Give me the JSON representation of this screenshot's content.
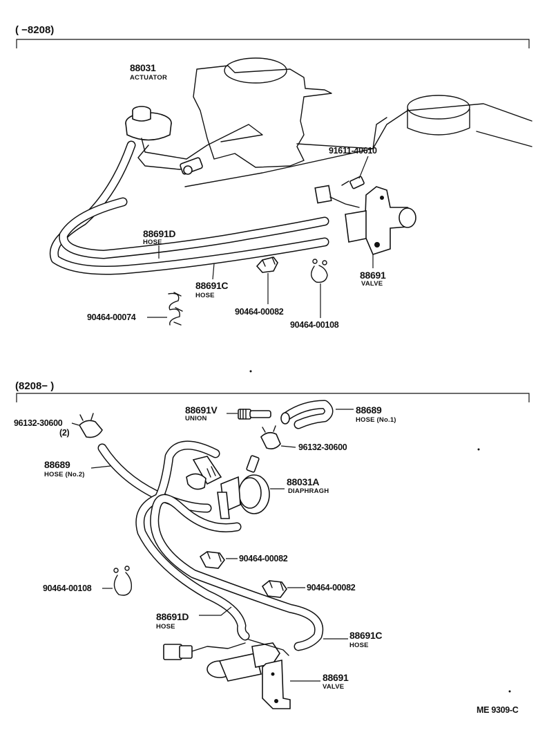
{
  "sections": [
    {
      "id": "top",
      "header": "(      −8208)",
      "labels": {
        "actuator_no": "88031",
        "actuator_name": "ACTUATOR",
        "bolt_no": "91611-40610",
        "hose_d_no": "88691D",
        "hose_d_name": "HOSE",
        "hose_c_no": "88691C",
        "hose_c_name": "HOSE",
        "valve_no": "88691",
        "valve_name": "VALVE",
        "clip_a_no": "90464-00074",
        "clip_b_no": "90464-00082",
        "clip_c_no": "90464-00108"
      }
    },
    {
      "id": "bottom",
      "header": "(8208−        )",
      "labels": {
        "clamp_a_no": "96132-30600",
        "clamp_a_qty": "(2)",
        "union_no": "88691V",
        "union_name": "UNION",
        "hose1_no": "88689",
        "hose1_name": "HOSE (No.1)",
        "clamp_b_no": "96132-30600",
        "hose2_no": "88689",
        "hose2_name": "HOSE (No.2)",
        "diaphragm_no": "88031A",
        "diaphragm_name": "DIAPHRAGH",
        "clip_a_no": "90464-00082",
        "clip_b_no": "90464-00082",
        "clip_c_no": "90464-00108",
        "hose_d_no": "88691D",
        "hose_d_name": "HOSE",
        "hose_c_no": "88691C",
        "hose_c_name": "HOSE",
        "valve_no": "88691",
        "valve_name": "VALVE"
      }
    }
  ],
  "footer": {
    "figure_code": "ME  9309-C"
  }
}
